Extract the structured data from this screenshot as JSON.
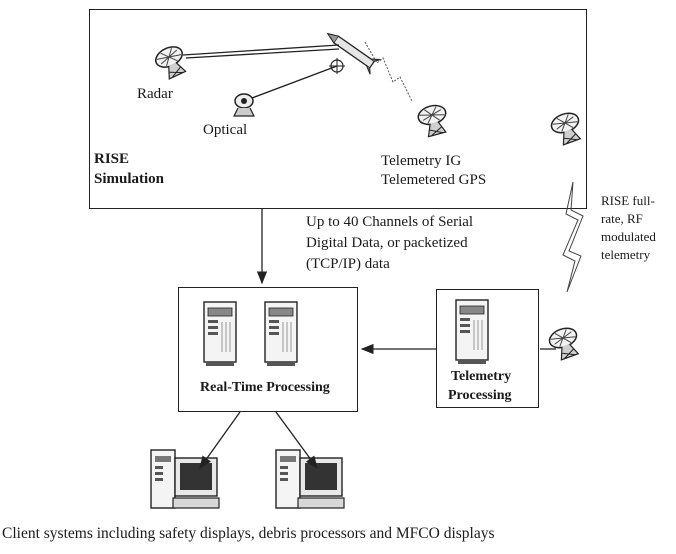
{
  "simulation": {
    "label_line1": "RISE",
    "label_line2": "Simulation",
    "radar": "Radar",
    "optical": "Optical",
    "telemetry_line1": "Telemetry IG",
    "telemetry_line2": "Telemetered GPS"
  },
  "link_note": {
    "line1": "Up to 40 Channels of Serial",
    "line2": "Digital Data, or packetized",
    "line3": "(TCP/IP) data"
  },
  "rf_note": {
    "line1": "RISE full-",
    "line2": "rate, RF",
    "line3": "modulated",
    "line4": "telemetry"
  },
  "realtime": {
    "label": "Real-Time Processing"
  },
  "telemetry_proc": {
    "line1": "Telemetry",
    "line2": "Processing"
  },
  "caption": "Client systems including safety displays, debris processors and MFCO displays"
}
